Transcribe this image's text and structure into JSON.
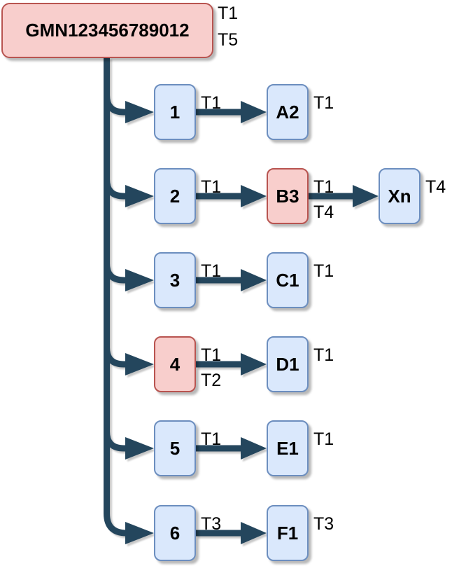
{
  "diagram_type": "tree",
  "root": {
    "label": "GMN123456789012",
    "variant": "red",
    "tags": [
      "T1",
      "T5"
    ]
  },
  "rows": [
    {
      "node": {
        "label": "1",
        "variant": "blue"
      },
      "node_tags": [
        "T1"
      ],
      "leaf": {
        "label": "A2",
        "variant": "blue"
      },
      "leaf_tags": [
        "T1"
      ]
    },
    {
      "node": {
        "label": "2",
        "variant": "blue"
      },
      "node_tags": [
        "T1"
      ],
      "leaf": {
        "label": "B3",
        "variant": "red"
      },
      "leaf_tags": [
        "T1",
        "T4"
      ],
      "child": {
        "label": "Xn",
        "variant": "blue"
      },
      "child_tags": [
        "T4"
      ]
    },
    {
      "node": {
        "label": "3",
        "variant": "blue"
      },
      "node_tags": [
        "T1"
      ],
      "leaf": {
        "label": "C1",
        "variant": "blue"
      },
      "leaf_tags": [
        "T1"
      ]
    },
    {
      "node": {
        "label": "4",
        "variant": "red"
      },
      "node_tags": [
        "T1",
        "T2"
      ],
      "leaf": {
        "label": "D1",
        "variant": "blue"
      },
      "leaf_tags": [
        "T1"
      ]
    },
    {
      "node": {
        "label": "5",
        "variant": "blue"
      },
      "node_tags": [
        "T1"
      ],
      "leaf": {
        "label": "E1",
        "variant": "blue"
      },
      "leaf_tags": [
        "T1"
      ]
    },
    {
      "node": {
        "label": "6",
        "variant": "blue"
      },
      "node_tags": [
        "T3"
      ],
      "leaf": {
        "label": "F1",
        "variant": "blue"
      },
      "leaf_tags": [
        "T3"
      ]
    }
  ],
  "colors": {
    "blue_fill": "#dae8fc",
    "blue_border": "#6c8ebf",
    "red_fill": "#f8cecc",
    "red_border": "#b85450",
    "connector": "#24465d"
  }
}
